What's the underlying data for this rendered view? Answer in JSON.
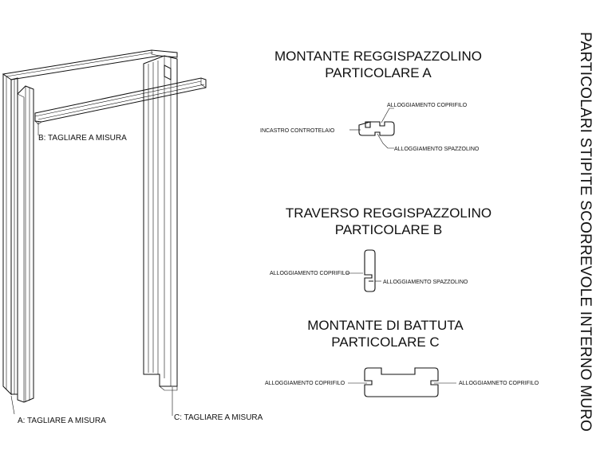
{
  "side_title": "PARTICOLARI STIPITE SCORREVOLE INTERNO MURO",
  "cut_labels": {
    "a": "A: TAGLIARE A MISURA",
    "b": "B: TAGLIARE A MISURA",
    "c": "C: TAGLIARE A MISURA"
  },
  "detail_a": {
    "title_1": "MONTANTE REGGISPAZZOLINO",
    "title_2": "PARTICOLARE A",
    "label_coprifilo": "ALLOGGIAMENTO COPRIFILO",
    "label_controtelaio": "INCASTRO CONTROTELAIO",
    "label_spazzolino": "ALLOGGIAMENTO SPAZZOLINO"
  },
  "detail_b": {
    "title_1": "TRAVERSO REGGISPAZZOLINO",
    "title_2": "PARTICOLARE B",
    "label_coprifilo": "ALLOGGIAMENTO COPRIFILO",
    "label_spazzolino": "ALLOGGIAMENTO SPAZZOLINO"
  },
  "detail_c": {
    "title_1": "MONTANTE DI BATTUTA",
    "title_2": "PARTICOLARE C",
    "label_left": "ALLOGGIAMENTO COPRIFILO",
    "label_right": "ALLOGGIAMNETO COPRIFILO"
  }
}
